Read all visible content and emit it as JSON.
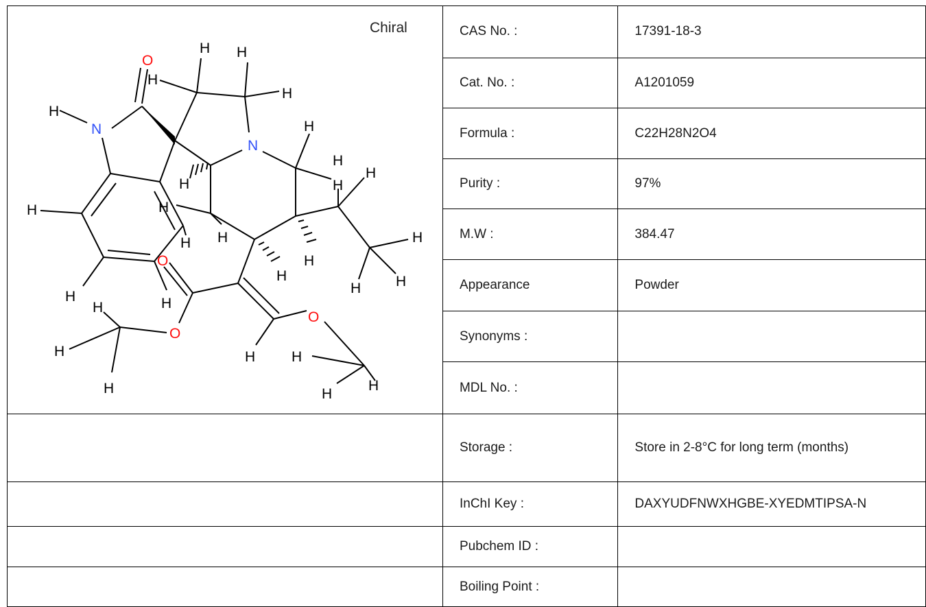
{
  "structure": {
    "chiral_label": "Chiral"
  },
  "specs": [
    {
      "label": "CAS No. :",
      "value": "17391-18-3"
    },
    {
      "label": "Cat. No. :",
      "value": "A1201059"
    },
    {
      "label": "Formula :",
      "value": "C22H28N2O4"
    },
    {
      "label": "Purity :",
      "value": "97%"
    },
    {
      "label": "M.W :",
      "value": "384.47"
    },
    {
      "label": "Appearance",
      "value": "Powder"
    },
    {
      "label": "Synonyms :",
      "value": ""
    },
    {
      "label": "MDL No. :",
      "value": ""
    },
    {
      "label": "Storage :",
      "value": "Store in 2-8°C for long term (months)"
    },
    {
      "label": "InChI Key :",
      "value": "DAXYUDFNWXHGBE-XYEDMTIPSA-N"
    },
    {
      "label": "Pubchem ID :",
      "value": ""
    },
    {
      "label": "Boiling Point :",
      "value": ""
    }
  ],
  "colors": {
    "nitrogen": "#3050f8",
    "oxygen": "#ff0d0d",
    "bond": "#000000"
  }
}
